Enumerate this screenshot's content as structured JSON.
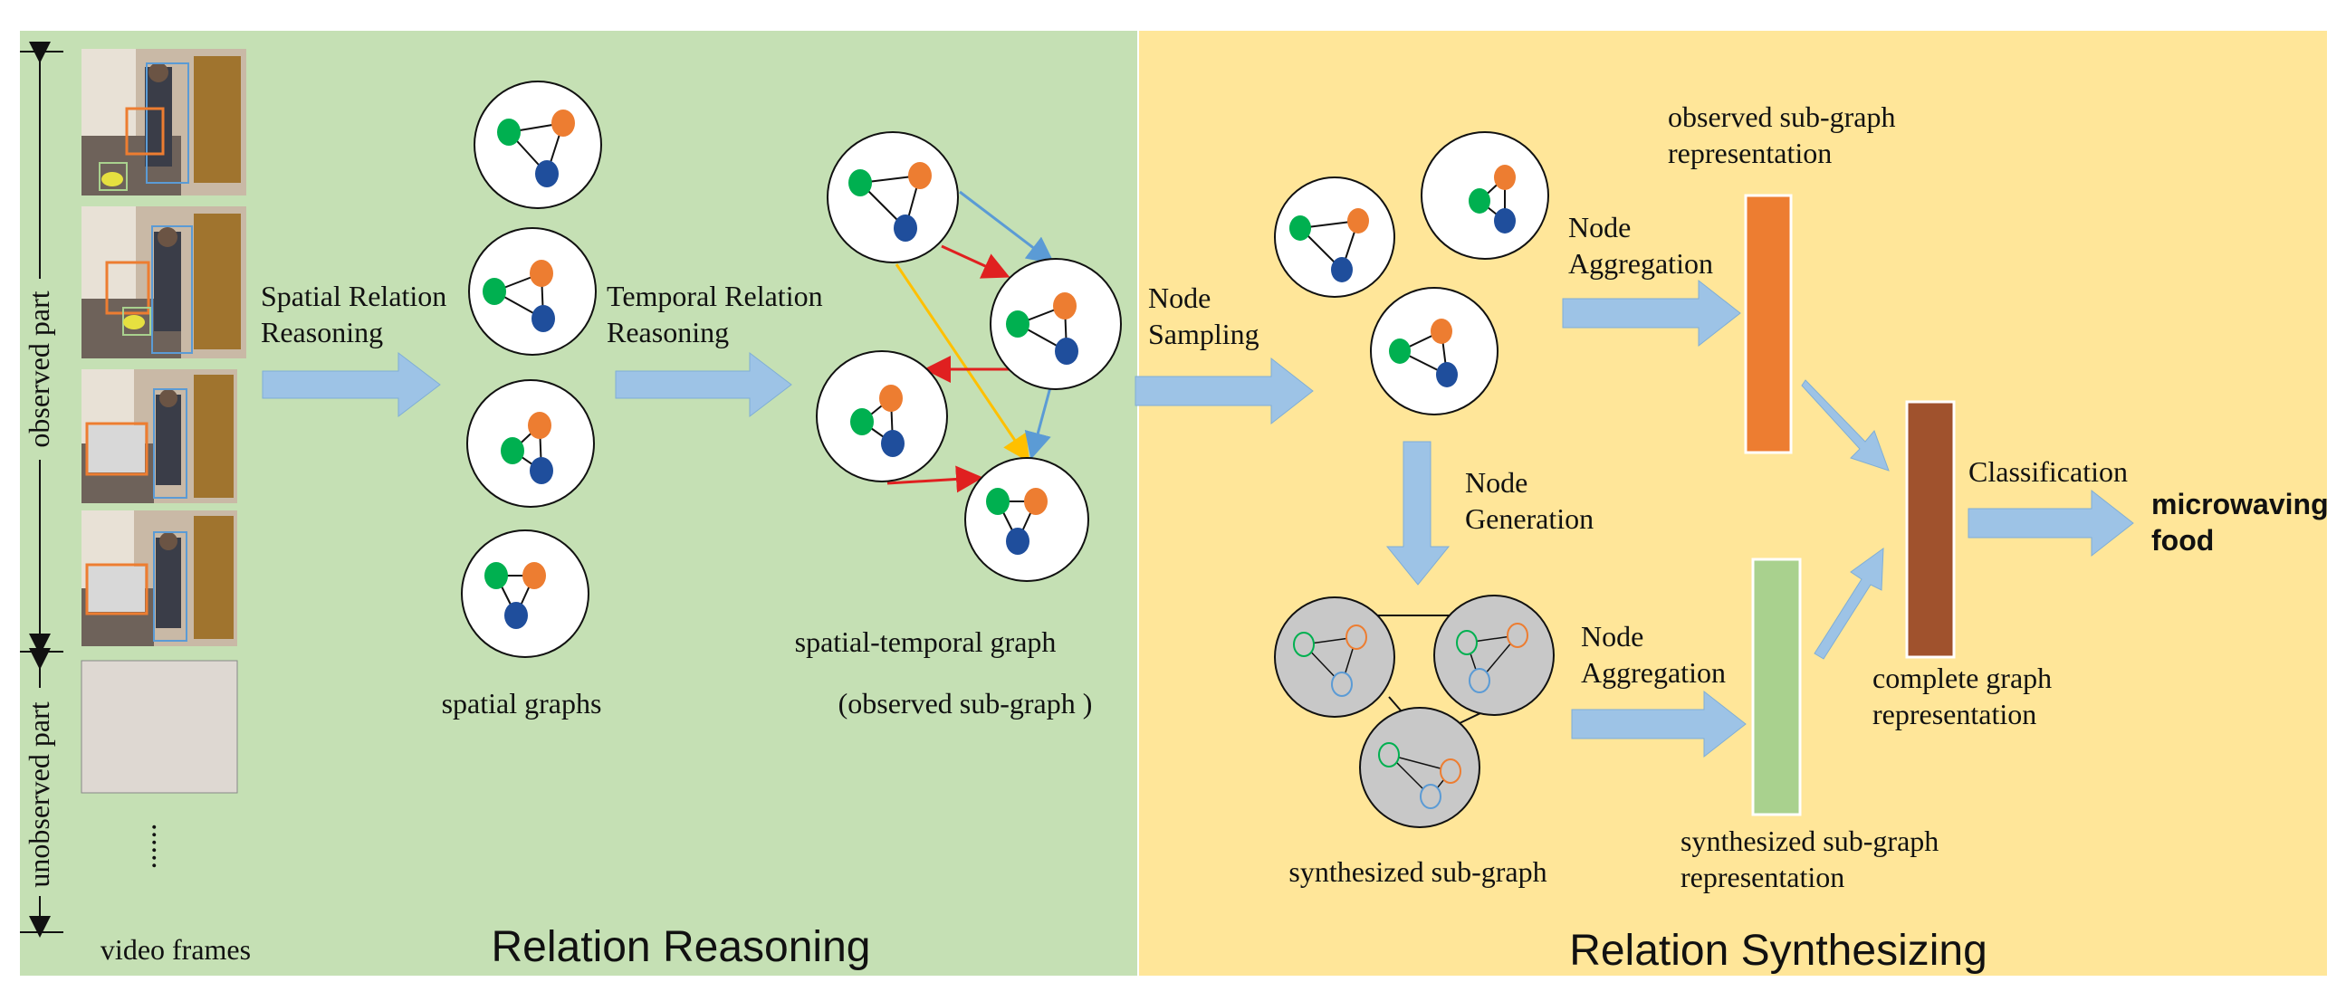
{
  "panels": {
    "left_title": "Relation Reasoning",
    "right_title": "Relation Synthesizing"
  },
  "colors": {
    "left_bg": "#c5e0b4",
    "right_bg": "#ffe699",
    "arrow_fill": "#9dc3e6",
    "node_green": "#00b050",
    "node_orange": "#ed7d31",
    "node_blue": "#1f4e9c",
    "bar_orange": "#ed7d31",
    "bar_brown": "#a0522d",
    "bar_green": "#a9d18e",
    "edge_red": "#e02020",
    "edge_yellow": "#ffc000",
    "edge_blue": "#5b9bd5"
  },
  "timeline": {
    "observed_label": "observed part",
    "unobserved_label": "unobserved part",
    "ellipsis": "......",
    "frames_label": "video frames"
  },
  "steps": {
    "spatial_line1": "Spatial Relation",
    "spatial_line2": "Reasoning",
    "temporal_line1": "Temporal Relation",
    "temporal_line2": "Reasoning",
    "sampling_line1": "Node",
    "sampling_line2": "Sampling",
    "aggregation_top_line1": "Node",
    "aggregation_top_line2": "Aggregation",
    "generation_line1": "Node",
    "generation_line2": "Generation",
    "aggregation_bottom_line1": "Node",
    "aggregation_bottom_line2": "Aggregation",
    "classification": "Classification"
  },
  "labels": {
    "spatial_graphs": "spatial graphs",
    "st_graph_line1": "spatial-temporal graph",
    "st_graph_line2": "(observed sub-graph )",
    "synth_subgraph": "synthesized sub-graph",
    "obs_rep_line1": "observed sub-graph",
    "obs_rep_line2": "representation",
    "synth_rep_line1": "synthesized sub-graph",
    "synth_rep_line2": "representation",
    "complete_rep_line1": "complete graph",
    "complete_rep_line2": "representation",
    "result_line1": "microwaving",
    "result_line2": "food"
  },
  "icons": {
    "frame_icon": "video-frame-thumbnail",
    "arrow_icon": "block-right-arrow",
    "graph_icon": "three-node-graph"
  }
}
